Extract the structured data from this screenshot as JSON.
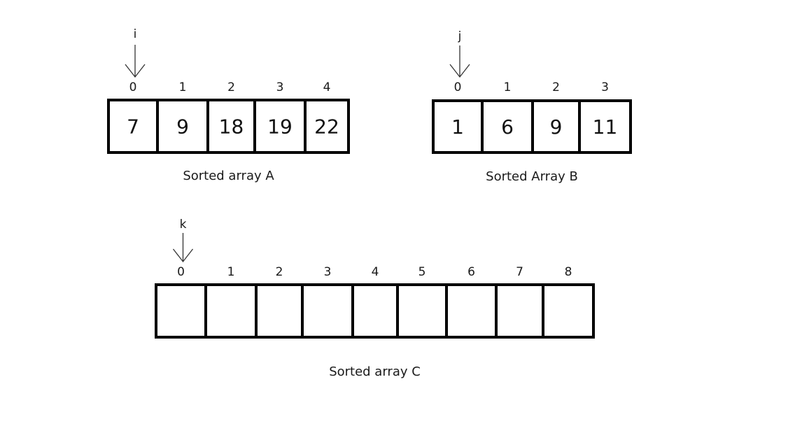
{
  "arrays": [
    {
      "id": "a",
      "caption": "Sorted array A",
      "pointer": "i",
      "pointer_index": 0,
      "indices": [
        "0",
        "1",
        "2",
        "3",
        "4"
      ],
      "values": [
        "7",
        "9",
        "18",
        "19",
        "22"
      ]
    },
    {
      "id": "b",
      "caption": "Sorted Array B",
      "pointer": "j",
      "pointer_index": 0,
      "indices": [
        "0",
        "1",
        "2",
        "3"
      ],
      "values": [
        "1",
        "6",
        "9",
        "11"
      ]
    },
    {
      "id": "c",
      "caption": "Sorted array C",
      "pointer": "k",
      "pointer_index": 0,
      "indices": [
        "0",
        "1",
        "2",
        "3",
        "4",
        "5",
        "6",
        "7",
        "8"
      ],
      "values": [
        "",
        "",
        "",
        "",
        "",
        "",
        "",
        "",
        ""
      ]
    }
  ],
  "colors": {
    "cell_border": "#000000",
    "text": "#1a1a1a",
    "arrow": "#333333",
    "background": "#ffffff"
  }
}
